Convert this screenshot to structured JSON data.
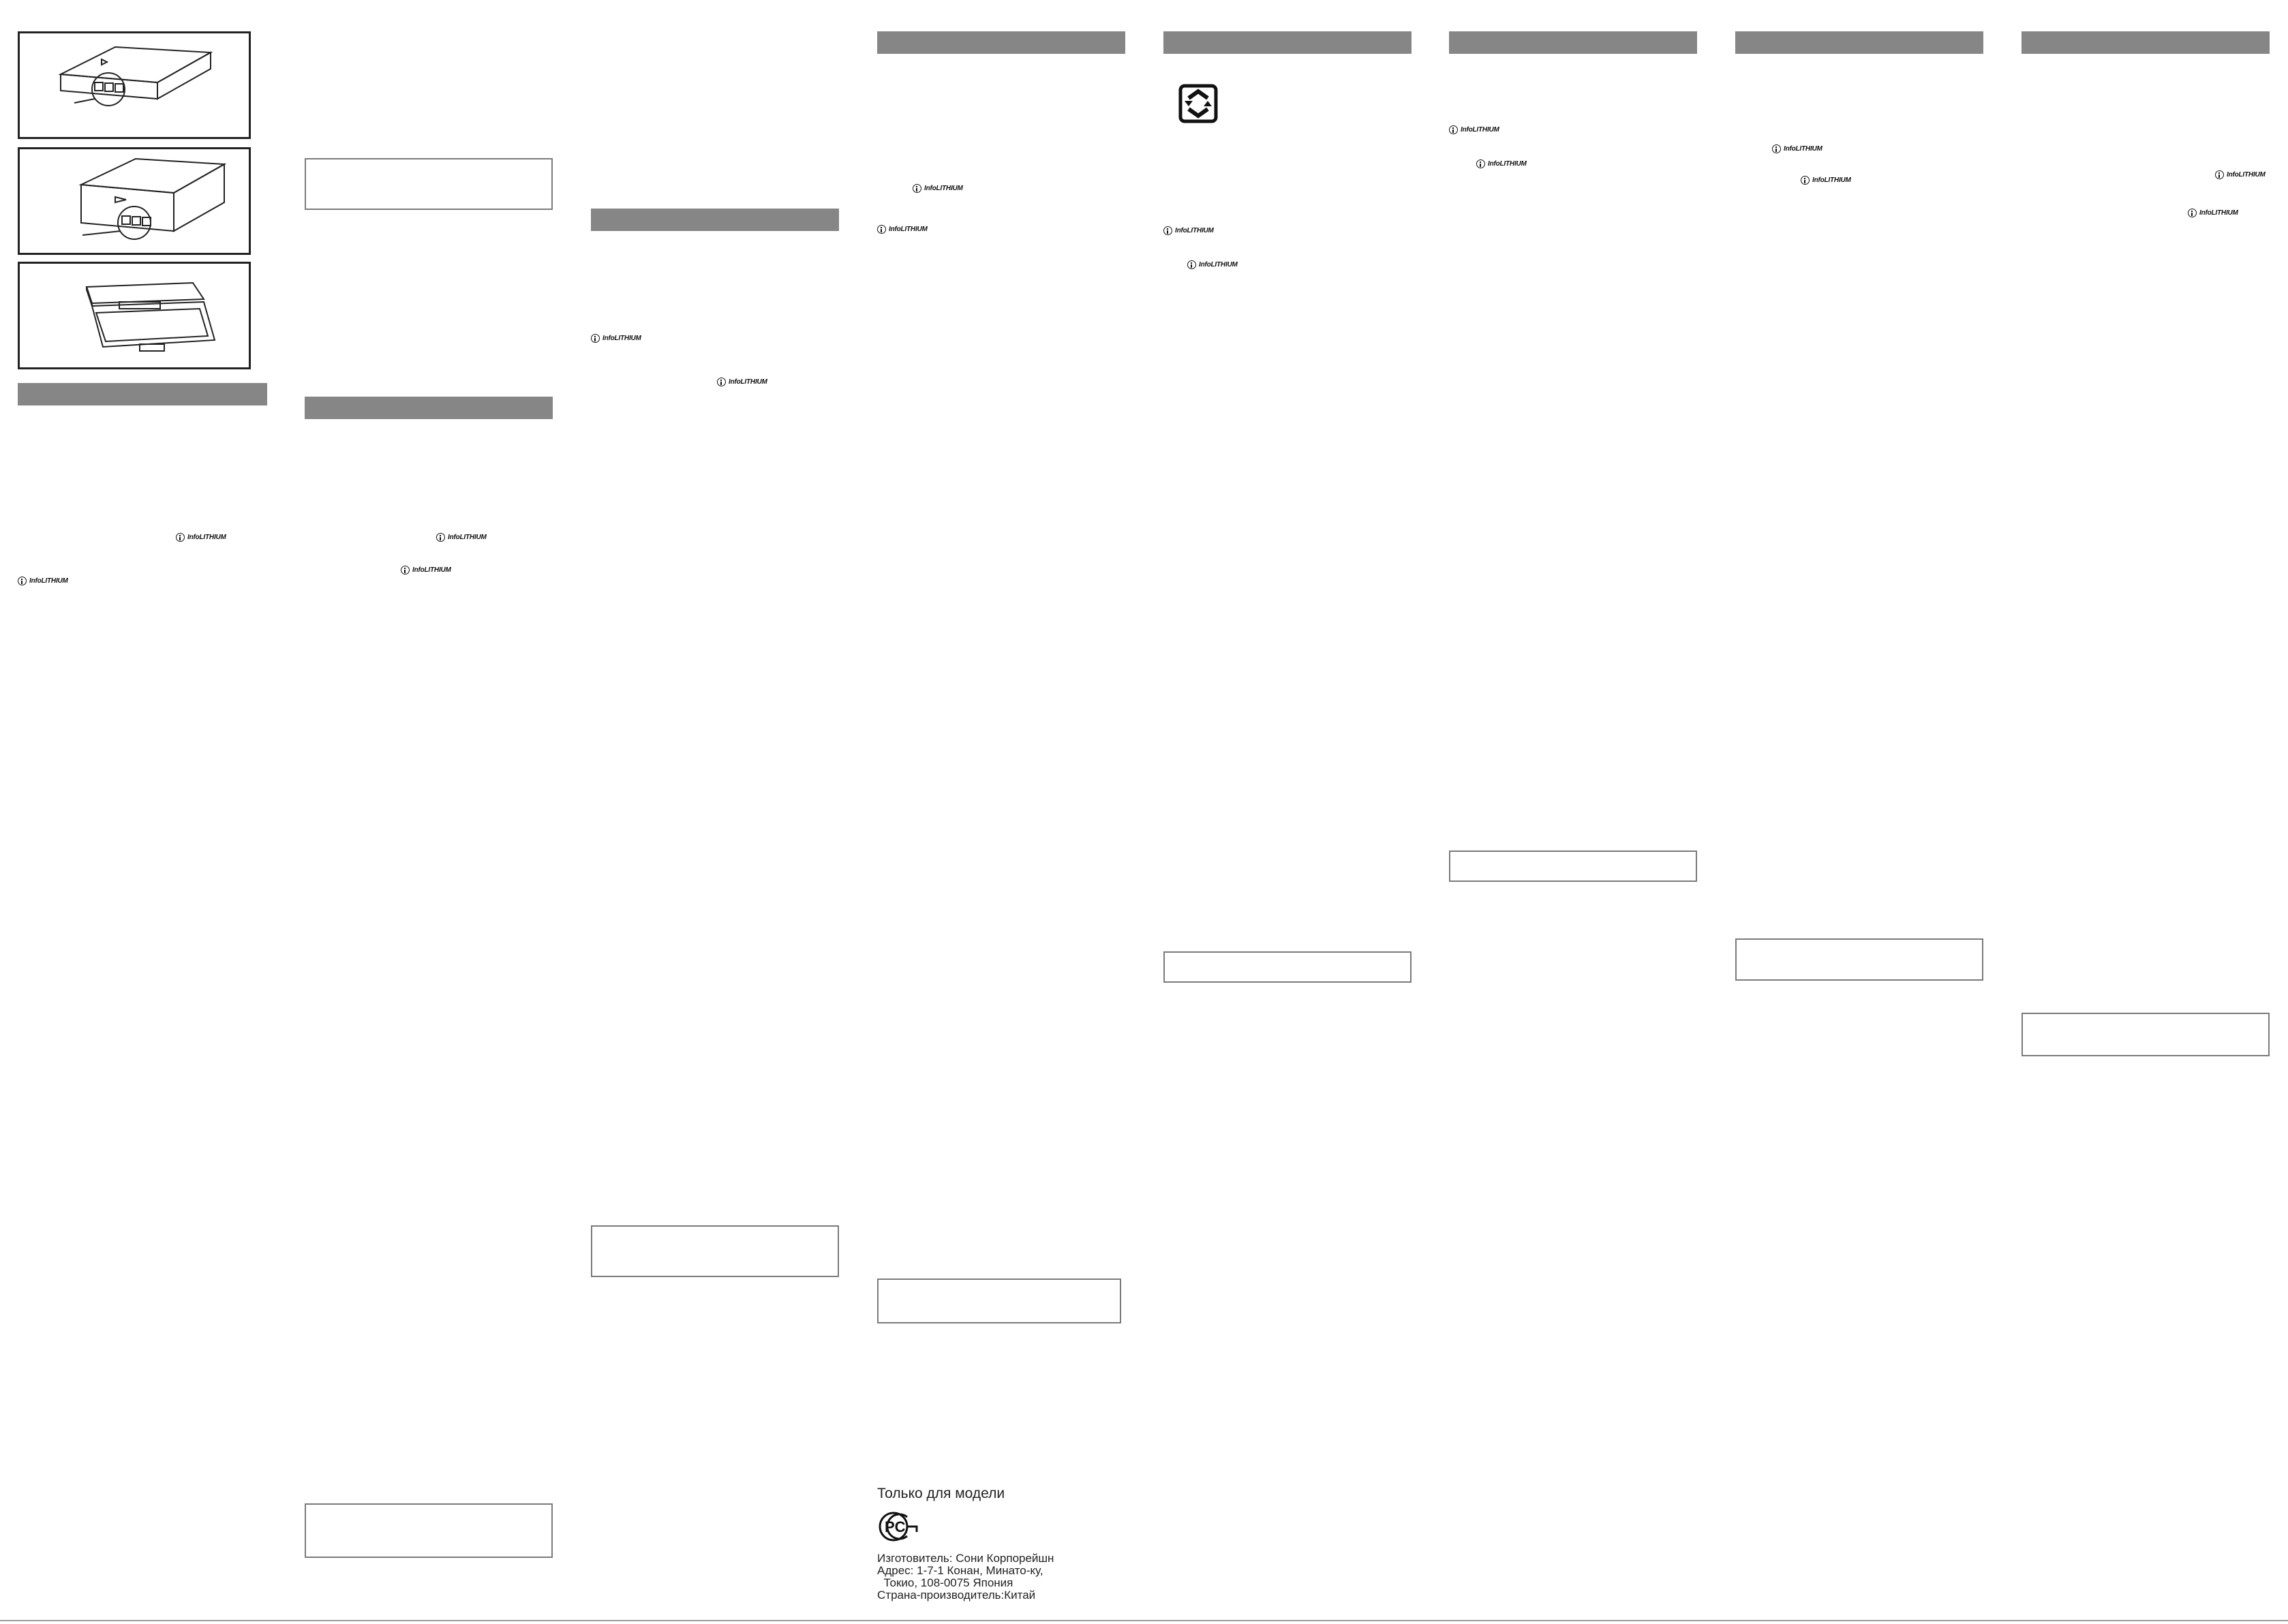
{
  "infolithium_label": "InfoLITHIUM",
  "russia": {
    "title": "Только для модели",
    "mark_letters": "PC",
    "manufacturer": "Изготовитель: Сони Корпорейшн",
    "address_1": "Адрес: 1-7-1 Конан, Минато-ку,",
    "address_2": "  Токио, 108-0075 Япония",
    "origin": "Страна-производитель:Китай"
  },
  "colors": {
    "section_bar": "#868686",
    "frame_border": "#7a7a7a",
    "figure_border": "#222222"
  },
  "icons": {
    "recycle": "battery-recycling-icon",
    "infolithium": "infolithium-logo-icon",
    "gost": "gost-r-certification-icon"
  }
}
